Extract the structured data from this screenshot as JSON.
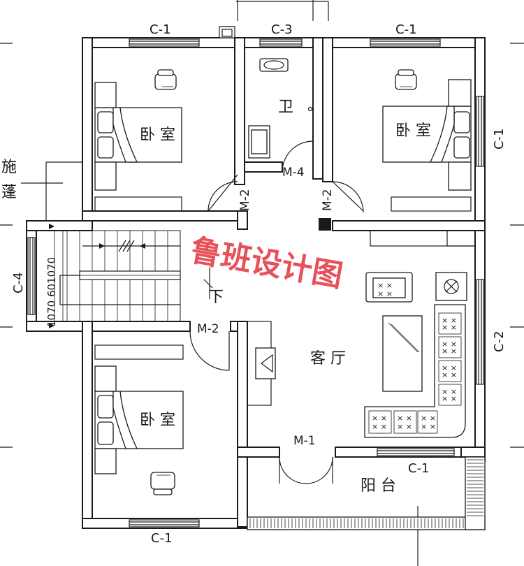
{
  "colors": {
    "line": "#1a1a1a",
    "watermark": "#e0202a",
    "background": "#ffffff"
  },
  "rooms": {
    "bedroom_ne": "卧 室",
    "bedroom_nw": "卧 室",
    "bedroom_sw": "卧 室",
    "bathroom": "卫",
    "living_room": "客 厅",
    "balcony": "阳 台"
  },
  "windows": {
    "c1_top_left": "C-1",
    "c3_top": "C-3",
    "c1_top_right": "C-1",
    "c1_right": "C-1",
    "c4_left": "C-4",
    "c2_right": "C-2",
    "c1_balcony": "C-1",
    "c1_bottom": "C-1"
  },
  "doors": {
    "m4_bath": "M-4",
    "m2_left": "M-2",
    "m2_right": "M-2",
    "m2_lower": "M-2",
    "m1_balcony": "M-1"
  },
  "stairs": {
    "dimension_text": "1070 601070",
    "direction_mark": "下"
  },
  "edge_text": {
    "left_fragment_1": "施",
    "left_fragment_2": "蓬"
  },
  "watermark": {
    "text": "鲁班设计图"
  }
}
